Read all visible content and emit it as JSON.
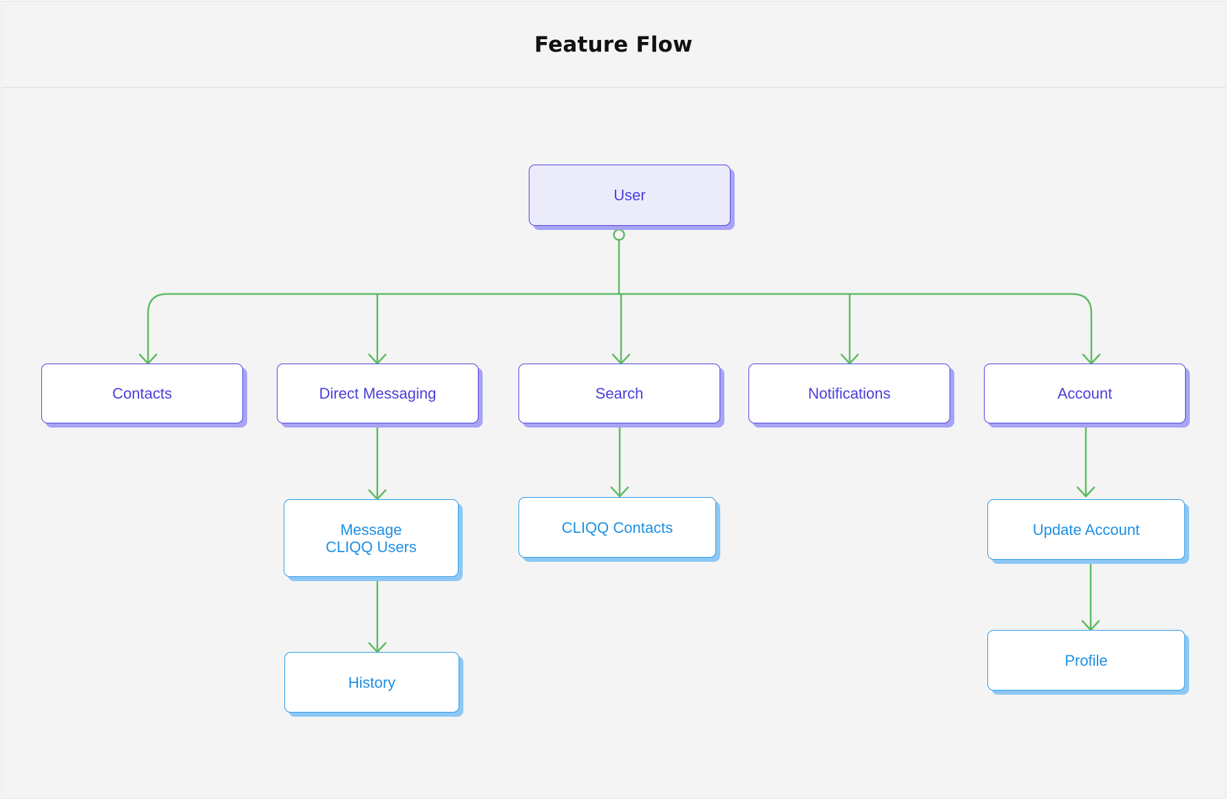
{
  "title": "Feature Flow",
  "colors": {
    "connector": "#5dbb63",
    "primary_border": "#5145de",
    "primary_text": "#4a3fd8",
    "primary_shadow": "#a7a3f5",
    "root_fill": "#ecebfc",
    "secondary_border": "#2f9ae6",
    "secondary_text": "#1d8fe3",
    "secondary_shadow": "#8cc8f5"
  },
  "nodes": {
    "user": "User",
    "contacts": "Contacts",
    "direct_messaging": "Direct Messaging",
    "search": "Search",
    "notifications": "Notifications",
    "account": "Account",
    "message_cliqq_users": "Message\nCLIQQ Users",
    "history": "History",
    "cliqq_contacts": "CLIQQ Contacts",
    "update_account": "Update Account",
    "profile": "Profile"
  },
  "edges": [
    {
      "from": "User",
      "to": "Contacts"
    },
    {
      "from": "User",
      "to": "Direct Messaging"
    },
    {
      "from": "User",
      "to": "Search"
    },
    {
      "from": "User",
      "to": "Notifications"
    },
    {
      "from": "User",
      "to": "Account"
    },
    {
      "from": "Direct Messaging",
      "to": "Message\nCLIQQ Users"
    },
    {
      "from": "Message\nCLIQQ Users",
      "to": "History"
    },
    {
      "from": "Search",
      "to": "CLIQQ Contacts"
    },
    {
      "from": "Account",
      "to": "Update Account"
    },
    {
      "from": "Update Account",
      "to": "Profile"
    }
  ]
}
